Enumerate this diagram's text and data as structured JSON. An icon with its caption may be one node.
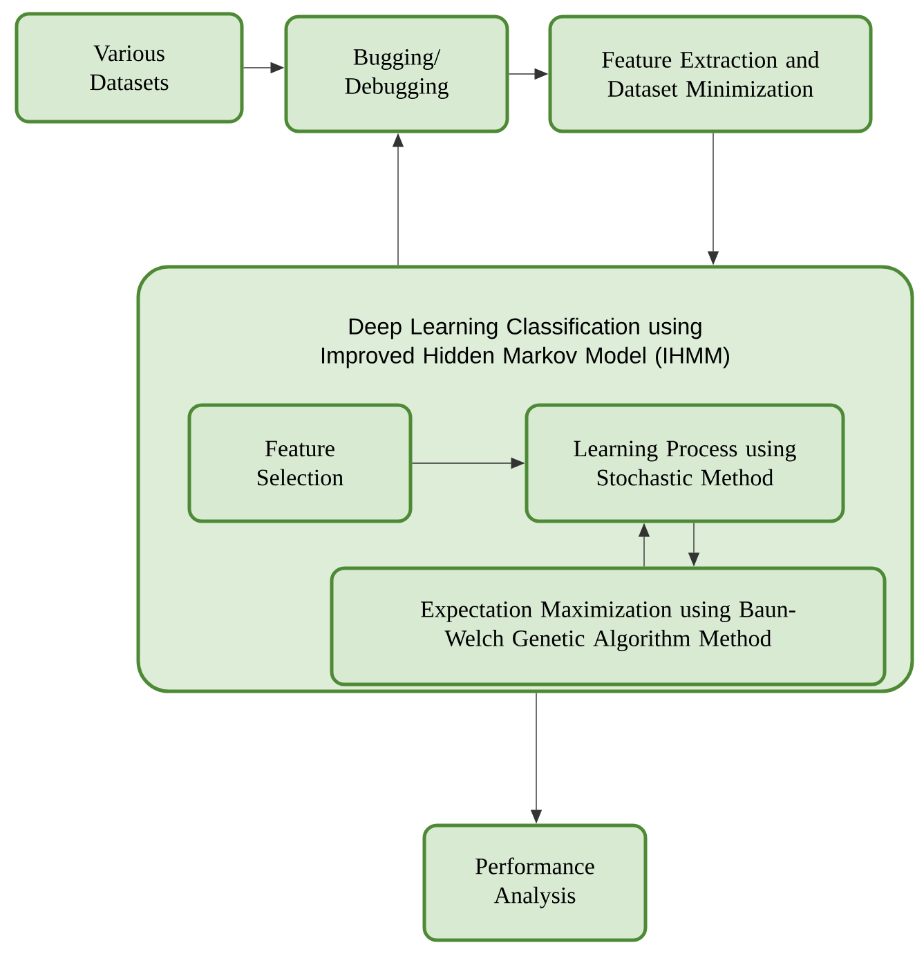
{
  "diagram": {
    "nodes": [
      {
        "text": [
          "Various Datasets"
        ]
      },
      {
        "text": [
          "Bugging/ Debugging"
        ]
      },
      {
        "text": [
          "Feature Extraction and Dataset Minimization"
        ]
      },
      {
        "text": [
          "Deep Learning Classification using Improved Hidden Markov Model (IHMM)"
        ]
      },
      {
        "text": [
          "Feature Selection"
        ],
        "in": 3
      },
      {
        "text": [
          "Learning Process using Stochastic Method"
        ],
        "in": 3
      },
      {
        "text": [
          "Expectation Maximization using Baun-Welch Genetic Algorithm Method"
        ],
        "in": 3
      },
      {
        "text": [
          "Performance Analysis"
        ]
      }
    ],
    "edges": [
      {
        "from": 0,
        "to": 1,
        "arrow": "to"
      },
      {
        "from": 1,
        "to": 2,
        "arrow": "to"
      },
      {
        "from": 3,
        "to": 1,
        "arrow": "to"
      },
      {
        "from": 2,
        "to": 3,
        "arrow": "to"
      },
      {
        "from": 4,
        "to": 5,
        "arrow": "to"
      },
      {
        "from": 6,
        "to": 5,
        "arrow": "to"
      },
      {
        "from": 5,
        "to": 6,
        "arrow": "to"
      },
      {
        "from": 3,
        "to": 7,
        "arrow": "to"
      }
    ]
  }
}
